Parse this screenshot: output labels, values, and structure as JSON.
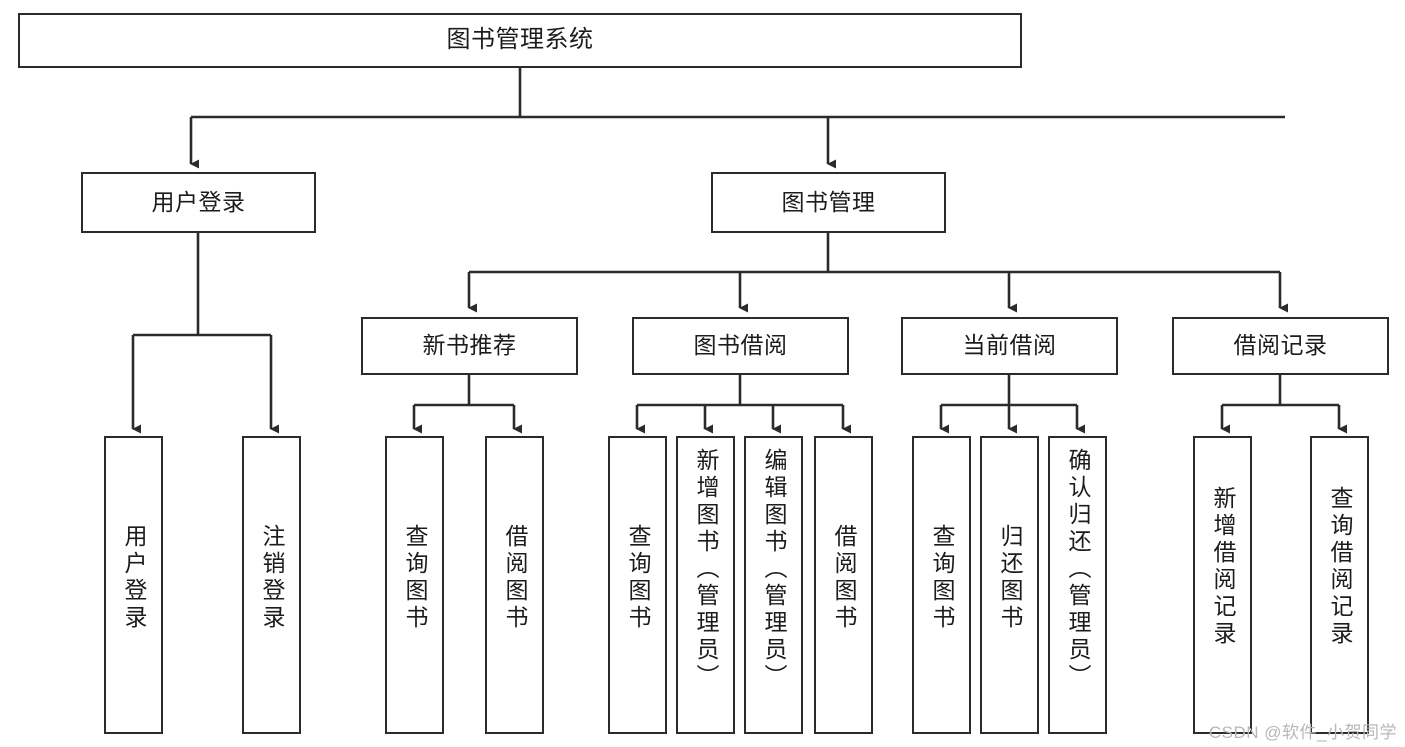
{
  "diagram": {
    "type": "tree",
    "title": "图书管理系统",
    "background_color": "#ffffff",
    "line_color": "#2b2b2b",
    "text_color": "#1c1c1c",
    "watermark": "CSDN @软件_小贺同学"
  },
  "nodes": {
    "root": {
      "label": "图书管理系统",
      "level": 1
    },
    "l2": [
      {
        "label": "用户登录",
        "level": 2
      },
      {
        "label": "图书管理",
        "level": 2
      }
    ],
    "l3": [
      {
        "label": "新书推荐",
        "level": 3
      },
      {
        "label": "图书借阅",
        "level": 3
      },
      {
        "label": "当前借阅",
        "level": 3
      },
      {
        "label": "借阅记录",
        "level": 3
      }
    ],
    "leaves": [
      {
        "label": "用户登录",
        "parent": "用户登录",
        "level": 3
      },
      {
        "label": "注销登录",
        "parent": "用户登录",
        "level": 3
      },
      {
        "label": "查询图书",
        "parent": "新书推荐",
        "level": 4
      },
      {
        "label": "借阅图书",
        "parent": "新书推荐",
        "level": 4
      },
      {
        "label": "查询图书",
        "parent": "图书借阅",
        "level": 4
      },
      {
        "label": "新增图书（管理员）",
        "parent": "图书借阅",
        "level": 4
      },
      {
        "label": "编辑图书（管理员）",
        "parent": "图书借阅",
        "level": 4
      },
      {
        "label": "借阅图书",
        "parent": "图书借阅",
        "level": 4
      },
      {
        "label": "查询图书",
        "parent": "当前借阅",
        "level": 4
      },
      {
        "label": "归还图书",
        "parent": "当前借阅",
        "level": 4
      },
      {
        "label": "确认归还（管理员）",
        "parent": "当前借阅",
        "level": 4
      },
      {
        "label": "新增借阅记录",
        "parent": "借阅记录",
        "level": 4
      },
      {
        "label": "查询借阅记录",
        "parent": "借阅记录",
        "level": 4
      }
    ]
  }
}
